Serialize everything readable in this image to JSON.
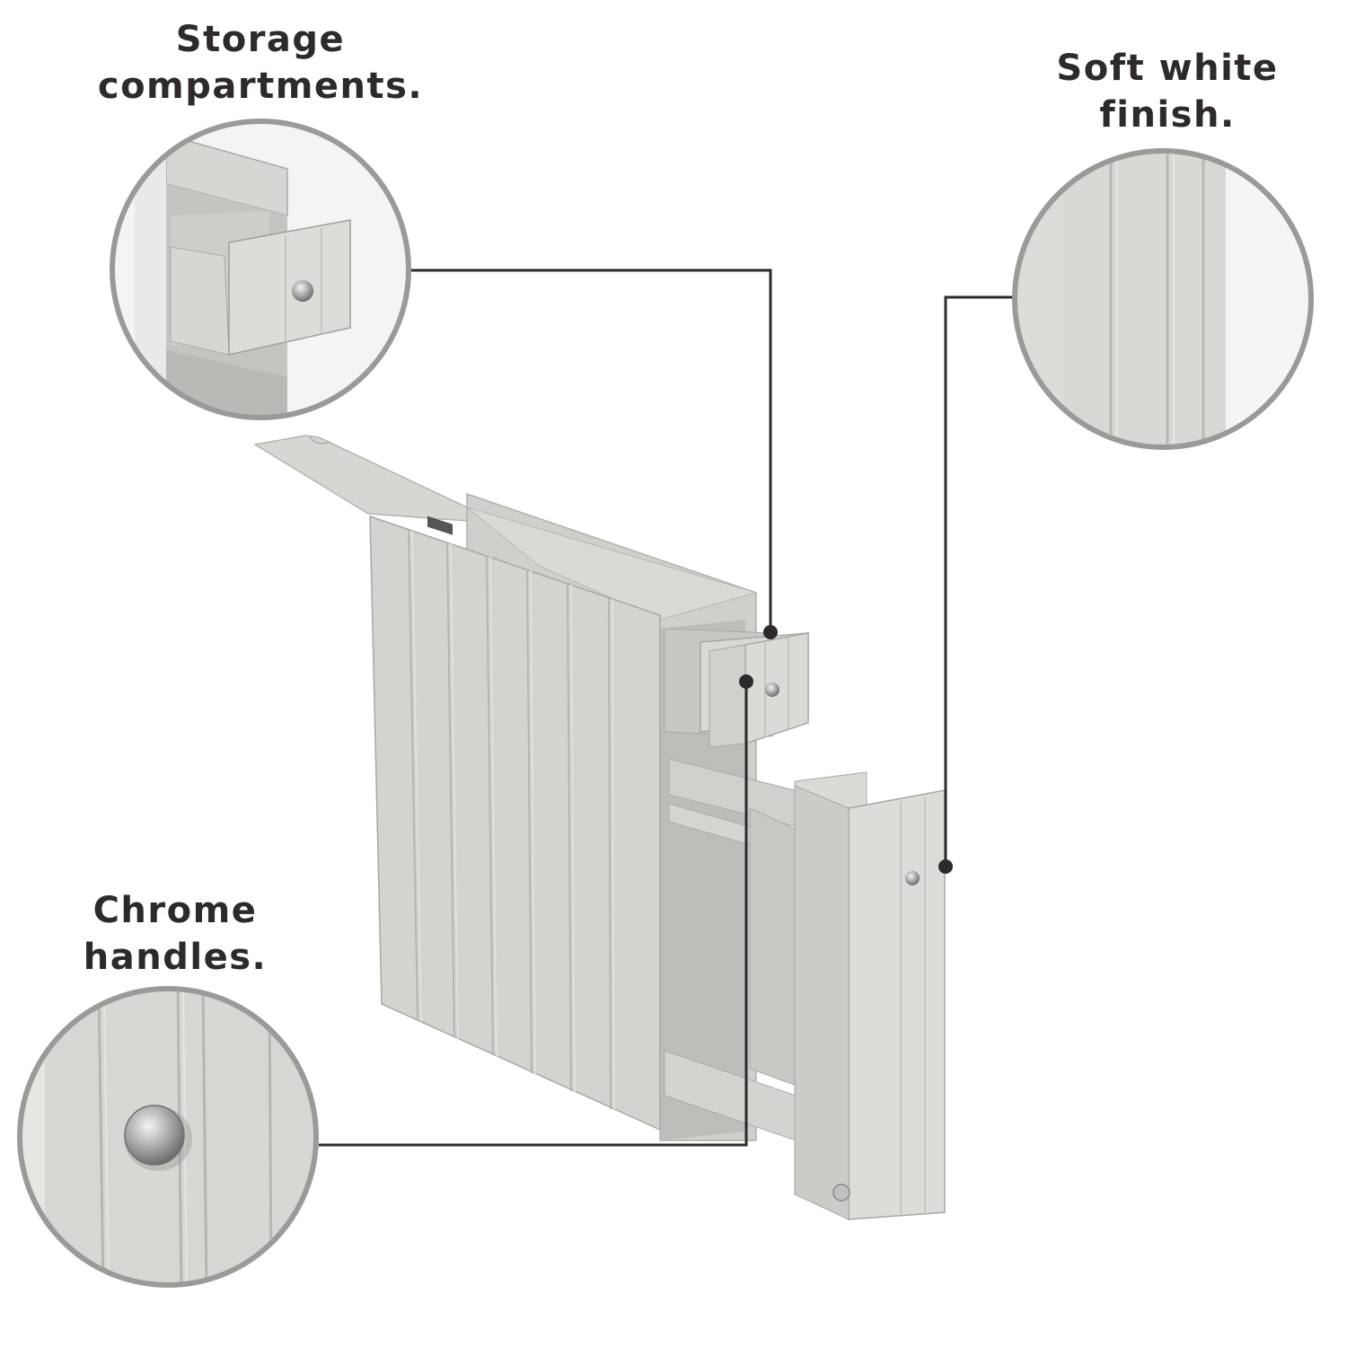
{
  "callouts": {
    "storage": {
      "line1": "Storage",
      "line2": "compartments."
    },
    "finish": {
      "line1": "Soft white",
      "line2": "finish."
    },
    "handles": {
      "line1": "Chrome",
      "line2": "handles."
    }
  },
  "colors": {
    "text": "#2e2a29",
    "connector": "#2e2a29",
    "lens_ring": "#9a9a98",
    "cabinet_light": "#dcdcd8",
    "cabinet_mid": "#c9c9c5",
    "cabinet_dark": "#a9a9a5",
    "chrome": "#b8b8b8"
  }
}
